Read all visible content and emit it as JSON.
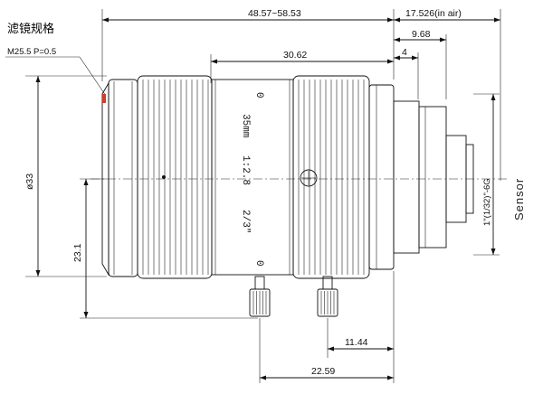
{
  "filter_label": "滤镜规格",
  "filter_spec": "M25.5  P=0.5",
  "dimensions": {
    "overall_length": "48.57~58.53",
    "in_air": "17.526(in air)",
    "d_968": "9.68",
    "d_4": "4",
    "d_3062": "30.62",
    "diameter": "ø33",
    "d_231": "23.1",
    "d_1144": "11.44",
    "d_2259": "22.59",
    "thread": "1\"(1/32)\"-6G"
  },
  "lens_marks": {
    "focal": "35mm",
    "aperture": "1:2.8",
    "format": "2/3\"",
    "zero_top": "0",
    "zero_bottom": "0"
  },
  "sensor_label": "Sensor",
  "colors": {
    "line": "#111111",
    "accent": "#d23c2a"
  }
}
